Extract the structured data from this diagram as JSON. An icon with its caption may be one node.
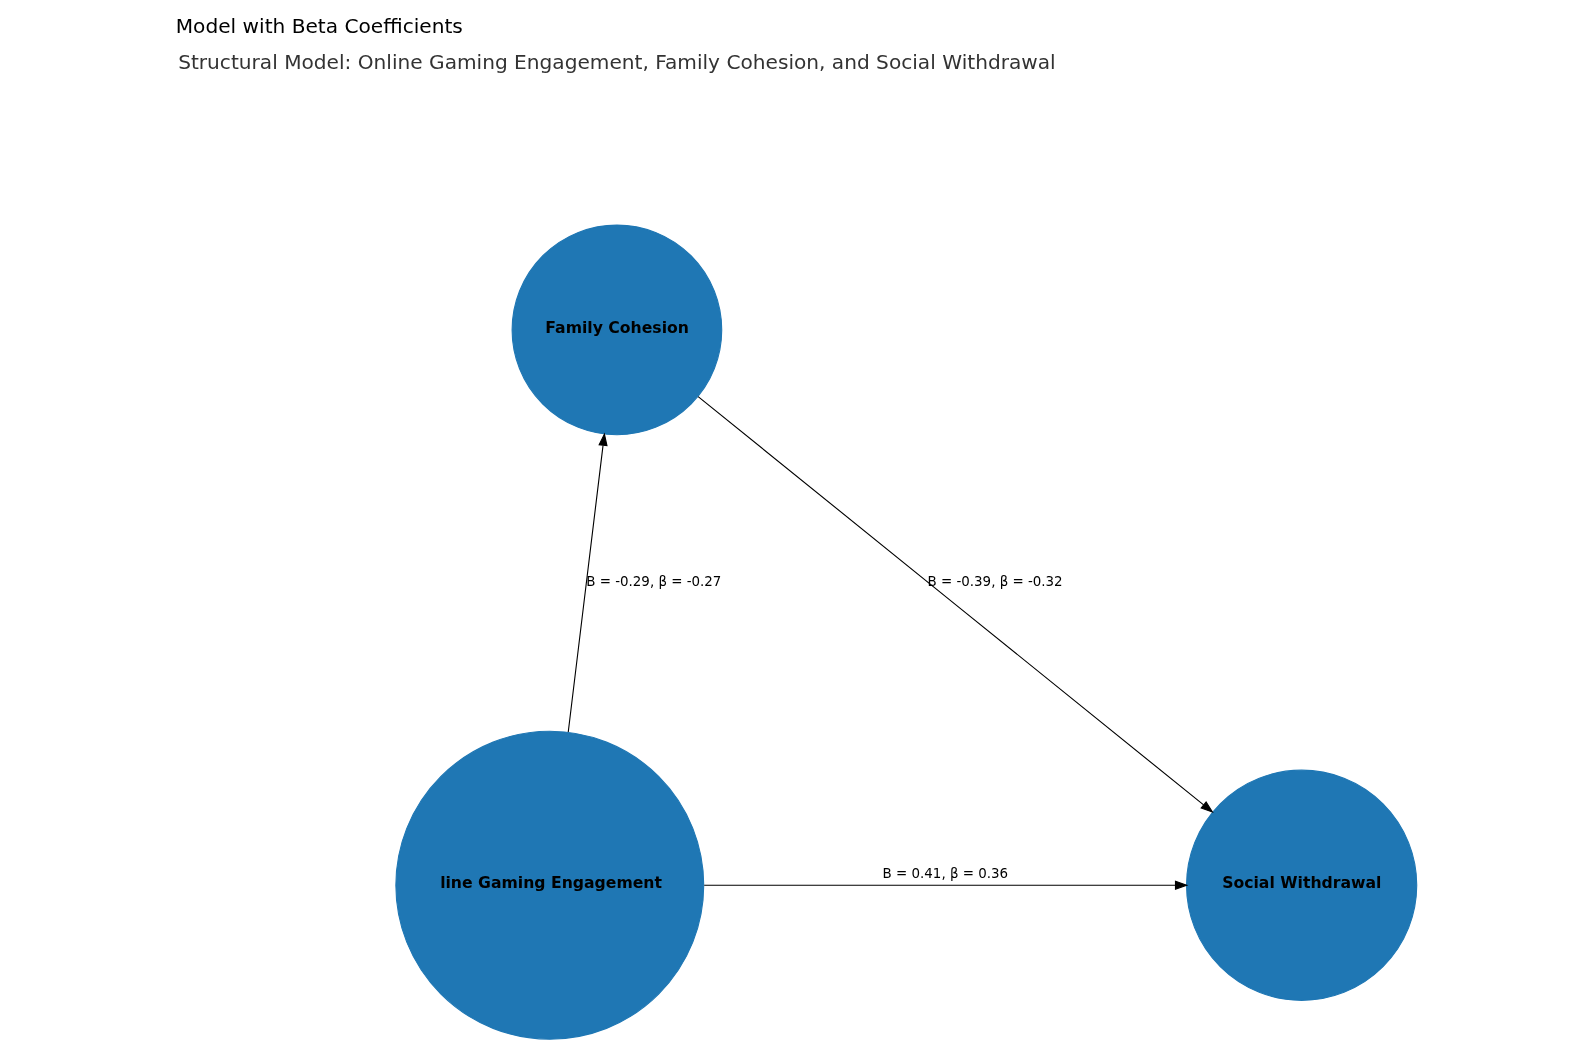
{
  "diagram": {
    "title": "Model with Beta Coefficients",
    "nodes": [
      {
        "text": [
          "Family Cohesion"
        ]
      },
      {
        "text": [
          "line Gaming Engagement"
        ]
      },
      {
        "text": [
          "Social Withdrawal"
        ]
      }
    ],
    "edges": [
      {
        "from": 1,
        "to": 0,
        "arrow": "to",
        "label": "B = -0.29, β = -0.27"
      },
      {
        "from": 0,
        "to": 2,
        "arrow": "to",
        "label": "B = -0.39, β = -0.32"
      },
      {
        "from": 1,
        "to": 2,
        "arrow": "to",
        "label": "B = 0.41, β = 0.36"
      }
    ],
    "labels": [
      "Structural Model: Online Gaming Engagement, Family Cohesion, and Social Withdrawal"
    ]
  }
}
